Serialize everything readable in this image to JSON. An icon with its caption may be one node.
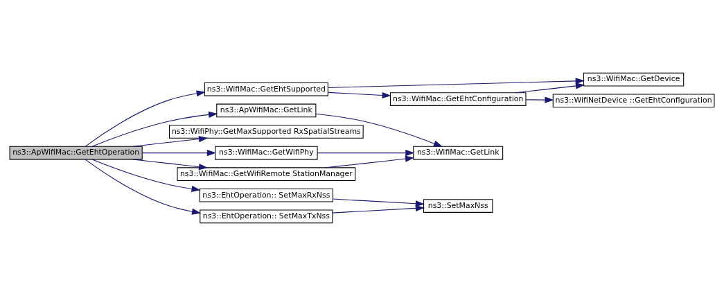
{
  "diagram": {
    "nodes": [
      {
        "text": [
          "ns3::ApWifiMac::GetEhtOperation"
        ]
      },
      {
        "text": [
          "ns3::WifiMac::GetEhtSupported"
        ]
      },
      {
        "text": [
          "ns3::ApWifiMac::GetLink"
        ]
      },
      {
        "text": [
          "ns3::WifiPhy::GetMaxSupported RxSpatialStreams"
        ]
      },
      {
        "text": [
          "ns3::WifiMac::GetWifiPhy"
        ]
      },
      {
        "text": [
          "ns3::WifiMac::GetWifiRemote StationManager"
        ]
      },
      {
        "text": [
          "ns3::EhtOperation:: SetMaxRxNss"
        ]
      },
      {
        "text": [
          "ns3::EhtOperation:: SetMaxTxNss"
        ]
      },
      {
        "text": [
          "ns3::WifiMac::GetEhtConfiguration"
        ]
      },
      {
        "text": [
          "ns3::WifiMac::GetDevice"
        ]
      },
      {
        "text": [
          "ns3::WifiNetDevice ::GetEhtConfiguration"
        ]
      },
      {
        "text": [
          "ns3::WifiMac::GetLink"
        ]
      },
      {
        "text": [
          "ns3::SetMaxNss"
        ]
      }
    ],
    "edges": [
      {
        "from": 0,
        "to": 1,
        "arrow": "to"
      },
      {
        "from": 0,
        "to": 2,
        "arrow": "to"
      },
      {
        "from": 0,
        "to": 3,
        "arrow": "to"
      },
      {
        "from": 0,
        "to": 4,
        "arrow": "to"
      },
      {
        "from": 0,
        "to": 5,
        "arrow": "to"
      },
      {
        "from": 0,
        "to": 6,
        "arrow": "to"
      },
      {
        "from": 0,
        "to": 7,
        "arrow": "to"
      },
      {
        "from": 1,
        "to": 9,
        "arrow": "to"
      },
      {
        "from": 1,
        "to": 8,
        "arrow": "to"
      },
      {
        "from": 8,
        "to": 9,
        "arrow": "to"
      },
      {
        "from": 8,
        "to": 10,
        "arrow": "to"
      },
      {
        "from": 2,
        "to": 11,
        "arrow": "to"
      },
      {
        "from": 4,
        "to": 11,
        "arrow": "to"
      },
      {
        "from": 5,
        "to": 11,
        "arrow": "to"
      },
      {
        "from": 6,
        "to": 12,
        "arrow": "to"
      },
      {
        "from": 7,
        "to": 12,
        "arrow": "to"
      }
    ]
  }
}
